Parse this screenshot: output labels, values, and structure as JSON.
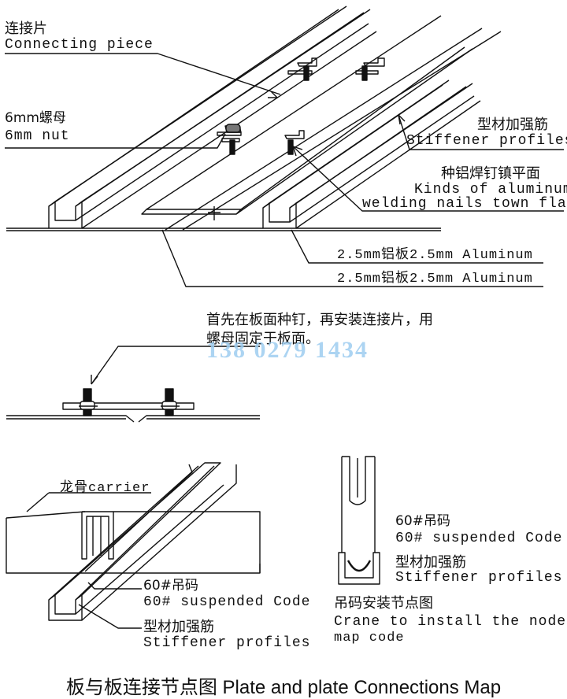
{
  "top_section": {
    "connecting_piece": {
      "cn": "连接片",
      "en": "Connecting piece"
    },
    "nut": {
      "cn": "6mm螺母",
      "en": "6mm nut"
    },
    "stiffener": {
      "cn": "型材加强筋",
      "en": "Stiffener profiles"
    },
    "welding_nails": {
      "cn": "种铝焊钉镇平面",
      "en1": "Kinds of aluminum",
      "en2": "welding nails town flat"
    },
    "aluminum_plate_1": "2.5mm铝板2.5mm Aluminum",
    "aluminum_plate_2": "2.5mm铝板2.5mm Aluminum"
  },
  "middle_section": {
    "instruction_line1": "首先在板面种钉，再安装连接片，用",
    "instruction_line2": "螺母固定于板面。",
    "watermark": "138 0279 1434"
  },
  "bottom_left": {
    "carrier": "龙骨carrier",
    "suspended_code": {
      "cn": "60#吊码",
      "en": "60# suspended Code"
    },
    "stiffener": {
      "cn": "型材加强筋",
      "en": "Stiffener profiles"
    }
  },
  "bottom_right": {
    "suspended_code": {
      "cn": "60#吊码",
      "en": "60# suspended Code"
    },
    "stiffener": {
      "cn": "型材加强筋",
      "en": "Stiffener profiles"
    },
    "node_map": {
      "cn": "吊码安装节点图",
      "en1": "Crane to install the node",
      "en2": "map code"
    }
  },
  "caption": "板与板连接节点图 Plate and plate Connections Map",
  "colors": {
    "line": "#111111",
    "watermark": "#9ecdf0"
  }
}
